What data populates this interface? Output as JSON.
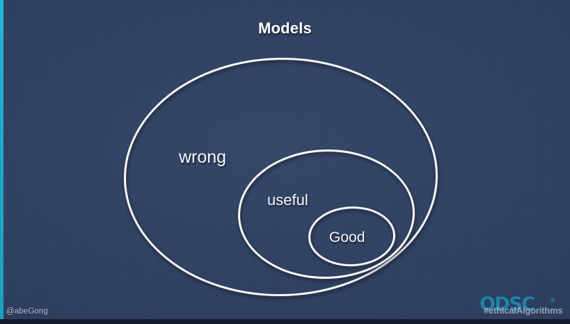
{
  "slide": {
    "title": "Models",
    "background_color": "#2f4061",
    "accent_color": "#23b7d4",
    "stroke_color": "#fbfcfd"
  },
  "diagram": {
    "type": "nested-venn",
    "description": "Three nested ellipses labelled from outermost to innermost",
    "rings": [
      {
        "label": "wrong",
        "level": 1
      },
      {
        "label": "useful",
        "level": 2
      },
      {
        "label": "Good",
        "level": 3
      }
    ]
  },
  "footer": {
    "handle": "@abeGong",
    "watermark_logo": "ODSC",
    "watermark_registered": "®",
    "watermark_hashtag": "#ethicalAlgorithms"
  }
}
